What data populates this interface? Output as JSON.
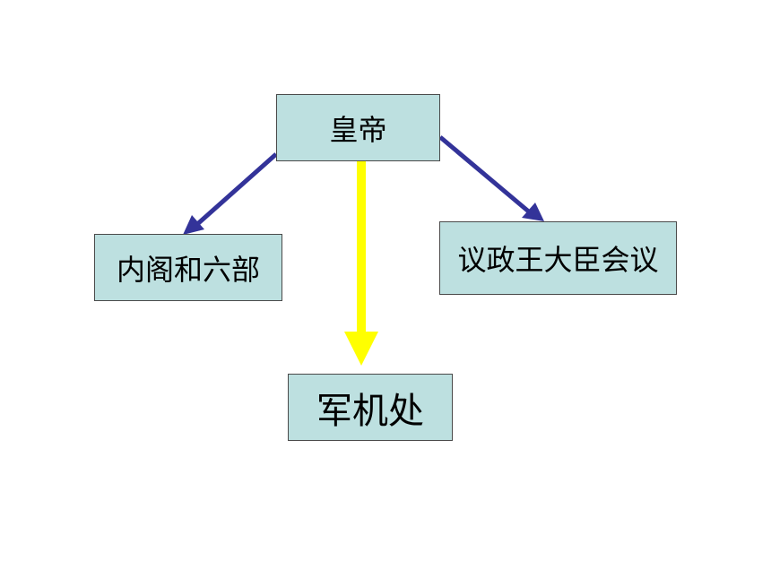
{
  "nodes": {
    "emperor": "皇帝",
    "cabinet": "内阁和六部",
    "council": "议政王大臣会议",
    "junjichu": "军机处"
  },
  "colors": {
    "node_fill": "#bde0e0",
    "node_border": "#4a4a4a",
    "side_arrow": "#333399",
    "main_arrow": "#ffff00"
  }
}
